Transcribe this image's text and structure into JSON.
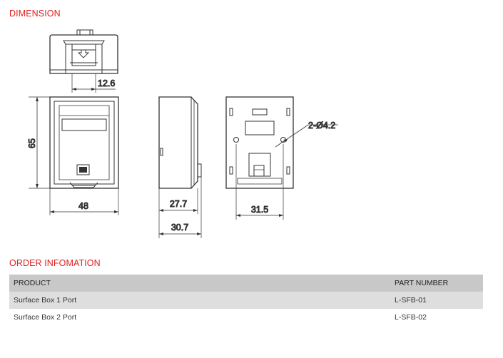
{
  "sections": {
    "dimension_title": "DIMENSION",
    "order_title": "ORDER INFOMATION"
  },
  "dimensions": {
    "top_width": "12.6",
    "front_height": "65",
    "front_width": "48",
    "side_depth_1": "27.7",
    "side_depth_2": "30.7",
    "rear_hole": "2-Ø4.2",
    "rear_width": "31.5"
  },
  "order_table": {
    "headers": [
      "PRODUCT",
      "PART NUMBER"
    ],
    "rows": [
      [
        "Surface Box 1 Port",
        "L-SFB-01"
      ],
      [
        "Surface Box 2 Port",
        "L-SFB-02"
      ]
    ]
  }
}
